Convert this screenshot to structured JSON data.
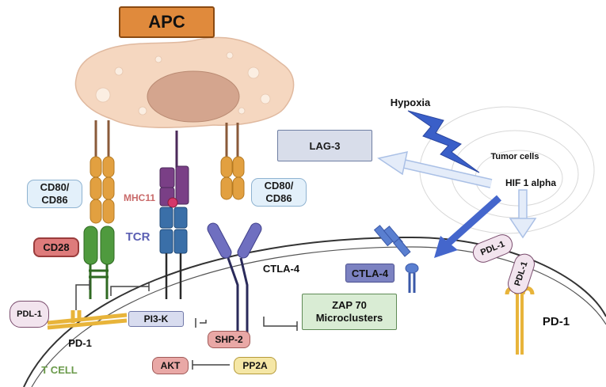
{
  "labels": {
    "apc": "APC",
    "hypoxia": "Hypoxia",
    "tumor_cells": "Tumor cells",
    "hif1a": "HIF 1 alpha",
    "lag3": "LAG-3",
    "cd80_cd86_left": "CD80/ CD86",
    "cd80_cd86_right": "CD80/ CD86",
    "mhc11": "MHC11",
    "tcr": "TCR",
    "cd28": "CD28",
    "ctla4_receptor": "CTLA-4",
    "ctla4_box": "CTLA-4",
    "zap70": "ZAP 70 Microclusters",
    "pi3k": "PI3-K",
    "shp2": "SHP-2",
    "akt": "AKT",
    "pp2a": "PP2A",
    "pdl1_left": "PDL-1",
    "pd1_left": "PD-1",
    "pdl1_right_a": "PDL-1",
    "pdl1_right_b": "PDL-1",
    "pd1_right": "PD-1",
    "tcell": "T CELL"
  },
  "colors": {
    "apc_cell": "#f5d7c0",
    "nucleus": "#d4a58e",
    "cd80": "#e2a040",
    "mhc": "#7a3f86",
    "tcr": "#3a6fa8",
    "cd28": "#4f9a3e",
    "ctla4": "#6f6fc0",
    "arrow_blue": "#4466cc",
    "arrow_light": "#d8e4f7",
    "membrane": "#333333"
  }
}
